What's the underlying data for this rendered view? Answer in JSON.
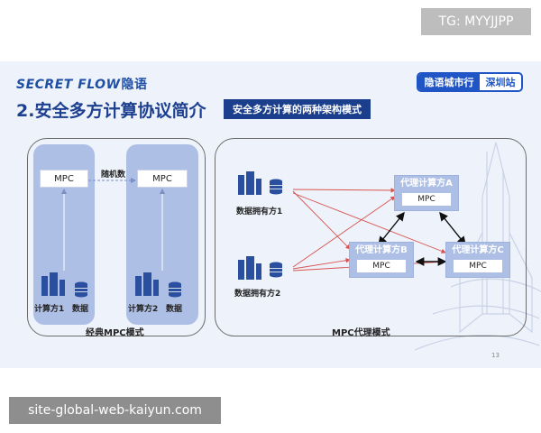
{
  "watermarks": {
    "top_right": "TG: MYYJJPP",
    "bottom_left": "site-global-web-kaiyun.com"
  },
  "header": {
    "logo_latin": "SECRET FLOW",
    "logo_cn": "隐语",
    "badge_left": "隐语城市行",
    "badge_right": "深圳站",
    "title": "2.安全多方计算协议简介",
    "subtitle": "安全多方计算的两种架构模式"
  },
  "classic": {
    "caption": "经典MPC模式",
    "random_label": "随机数",
    "party1": {
      "mpc": "MPC",
      "name": "计算方1",
      "data": "数据"
    },
    "party2": {
      "mpc": "MPC",
      "name": "计算方2",
      "data": "数据"
    }
  },
  "proxy": {
    "caption": "MPC代理模式",
    "owner1": "数据拥有方1",
    "owner2": "数据拥有方2",
    "nodeA": {
      "title": "代理计算方A",
      "mpc": "MPC"
    },
    "nodeB": {
      "title": "代理计算方B",
      "mpc": "MPC"
    },
    "nodeC": {
      "title": "代理计算方C",
      "mpc": "MPC"
    }
  },
  "page_number": "13",
  "colors": {
    "brand": "#1f55c4",
    "title": "#1d3f8f",
    "column": "#aebfe6",
    "red_arrow": "#d9534f"
  }
}
